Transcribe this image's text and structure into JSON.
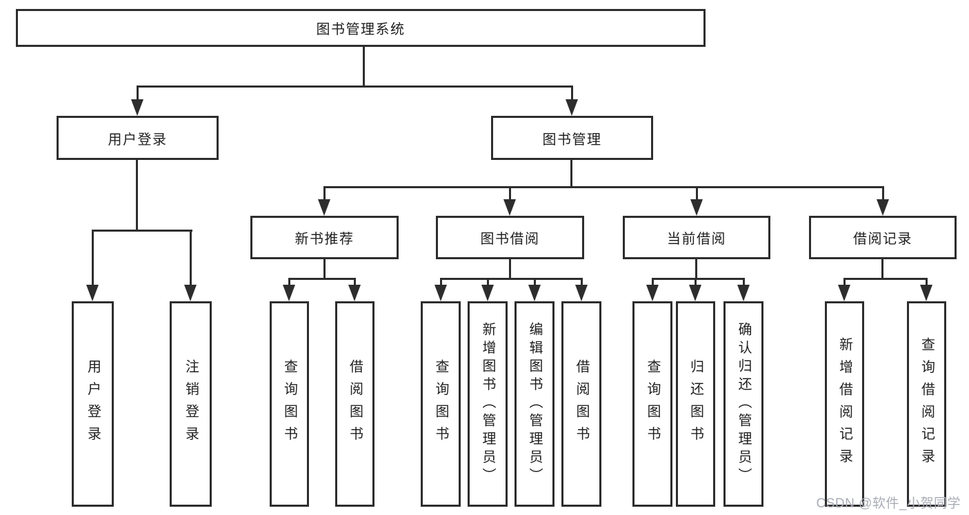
{
  "diagram": {
    "root": "图书管理系统",
    "level2": [
      {
        "label": "用户登录",
        "children": [
          {
            "label": "用户登录"
          },
          {
            "label": "注销登录"
          }
        ]
      },
      {
        "label": "图书管理",
        "sections": [
          {
            "label": "新书推荐",
            "children": [
              {
                "label": "查询图书"
              },
              {
                "label": "借阅图书"
              }
            ]
          },
          {
            "label": "图书借阅",
            "children": [
              {
                "label": "查询图书"
              },
              {
                "label": "新增图书（管理员）"
              },
              {
                "label": "编辑图书（管理员）"
              },
              {
                "label": "借阅图书"
              }
            ]
          },
          {
            "label": "当前借阅",
            "children": [
              {
                "label": "查询图书"
              },
              {
                "label": "归还图书"
              },
              {
                "label": "确认归还（管理员）"
              }
            ]
          },
          {
            "label": "借阅记录",
            "children": [
              {
                "label": "新增借阅记录"
              },
              {
                "label": "查询借阅记录"
              }
            ]
          }
        ]
      }
    ]
  },
  "watermark": {
    "text": "CSDN @软件_小贺同学"
  },
  "colors": {
    "line": "#2d2d2d",
    "text": "#1f1f1f",
    "background": "#ffffff",
    "watermark_text": "#a9acb6"
  }
}
